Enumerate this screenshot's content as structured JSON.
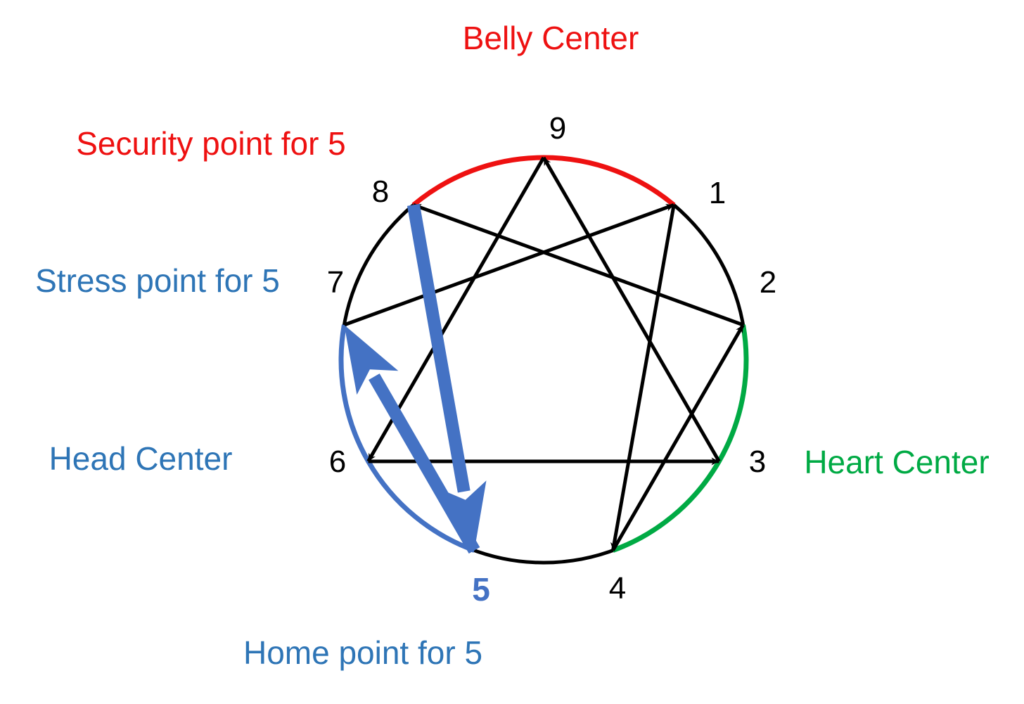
{
  "colors": {
    "line": "#000000",
    "belly": "#ee1111",
    "heart": "#00aa44",
    "head": "#4472c4",
    "head_text": "#2e75b6"
  },
  "captions": {
    "belly_center": "Belly Center",
    "security_point": "Security point for 5",
    "stress_point": "Stress point for 5",
    "head_center": "Head Center",
    "heart_center": "Heart Center",
    "home_point": "Home point for 5"
  },
  "points": {
    "p1": "1",
    "p2": "2",
    "p3": "3",
    "p4": "4",
    "p5": "5",
    "p6": "6",
    "p7": "7",
    "p8": "8",
    "p9": "9"
  },
  "arrows": [
    {
      "from": "9",
      "to": "6"
    },
    {
      "from": "6",
      "to": "3"
    },
    {
      "from": "3",
      "to": "9"
    },
    {
      "from": "1",
      "to": "4"
    },
    {
      "from": "4",
      "to": "2"
    },
    {
      "from": "2",
      "to": "8"
    },
    {
      "from": "7",
      "to": "1"
    },
    {
      "from": "8",
      "to": "5"
    },
    {
      "from": "5",
      "to": "7"
    }
  ],
  "center_arcs": [
    {
      "center": "Belly Center",
      "from": "8",
      "to": "1"
    },
    {
      "center": "Heart Center",
      "from": "2",
      "to": "4"
    },
    {
      "center": "Head Center",
      "from": "5",
      "to": "7"
    }
  ]
}
